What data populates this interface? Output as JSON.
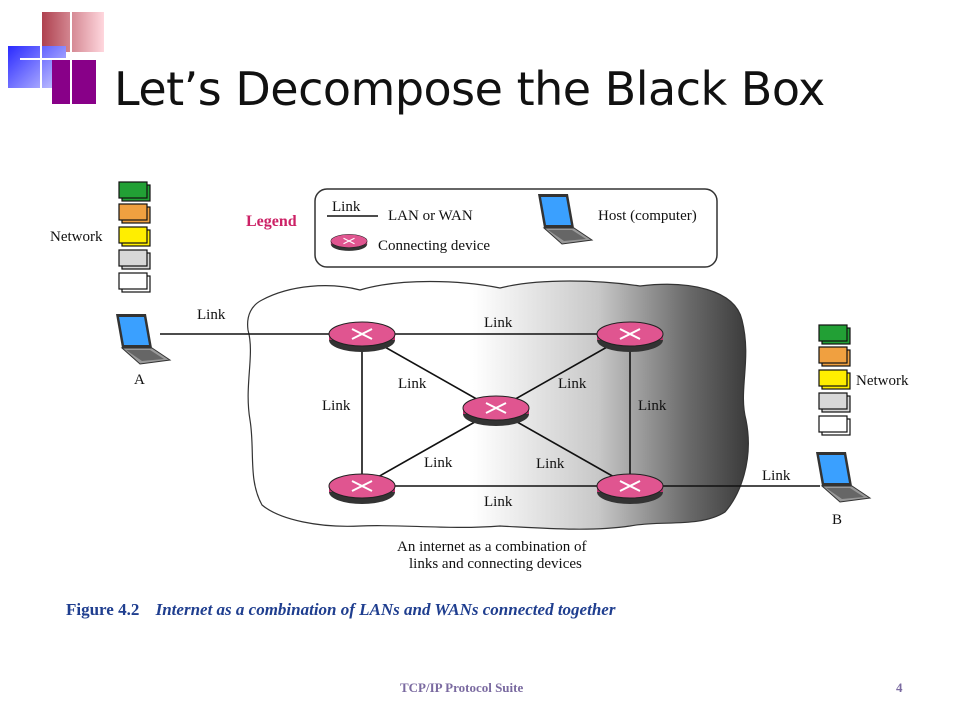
{
  "slide": {
    "title": "Let’s Decompose the Black Box",
    "footer_text": "TCP/IP Protocol Suite",
    "page_number": "4"
  },
  "legend": {
    "heading": "Legend",
    "link_sample": "Link",
    "lan_wan": "LAN or WAN",
    "connecting_device": "Connecting device",
    "host": "Host (computer)"
  },
  "diagram": {
    "network_label": "Network",
    "host_a": "A",
    "host_b": "B",
    "link": "Link",
    "cloud_caption_1": "An internet as a combination of",
    "cloud_caption_2": "links and connecting devices",
    "stack_colors": [
      "#22a035",
      "#f0a040",
      "#ffee00",
      "#d8d8d8",
      "#ffffff"
    ]
  },
  "caption": {
    "figure": "Figure 4.2",
    "text": "Internet as a combination of LANs and WANs connected together"
  },
  "colors": {
    "legend_heading": "#cc2266",
    "router": "#e05590",
    "caption": "#1f3e8f",
    "footer": "#7a6aa0"
  }
}
